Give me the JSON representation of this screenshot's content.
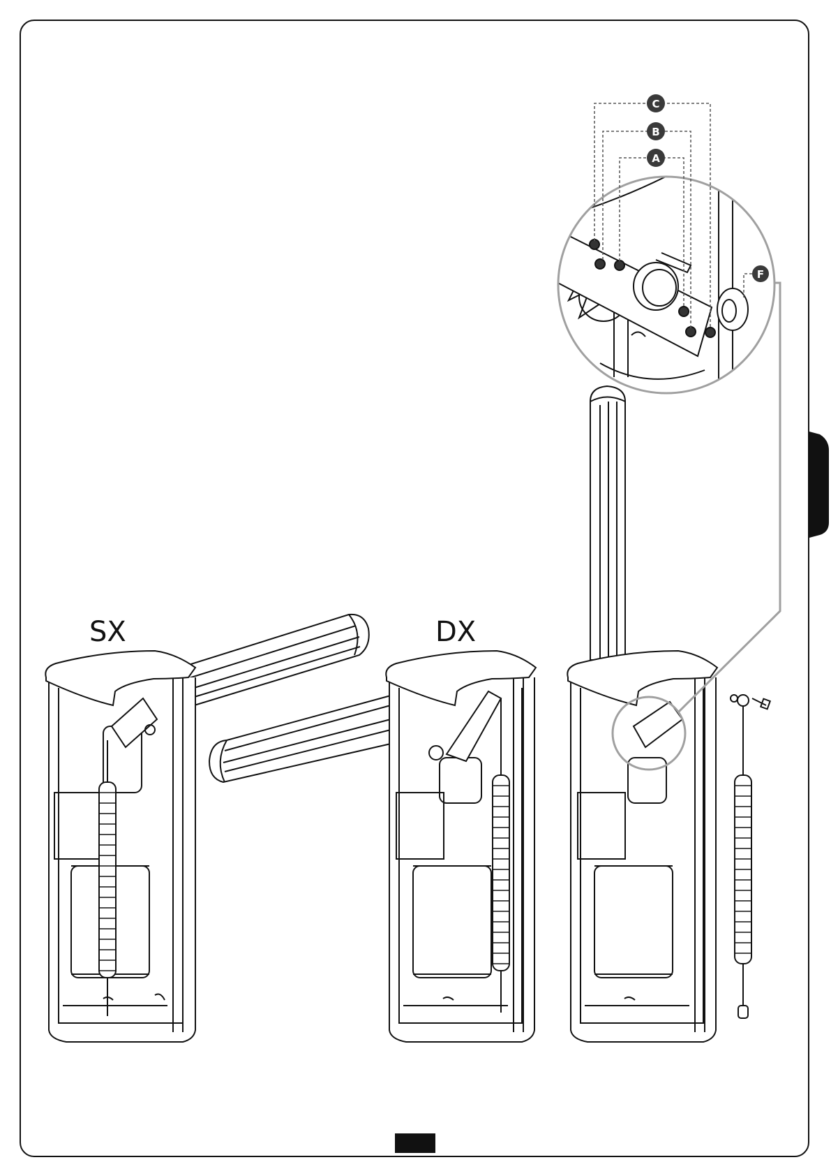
{
  "figure": {
    "labels": {
      "left_variant": "SX",
      "right_variant": "DX"
    },
    "detail_callouts": {
      "a": "A",
      "b": "B",
      "c": "C",
      "f": "F"
    }
  },
  "colors": {
    "line": "#111111",
    "callout_circle": "#a0a0a0",
    "badge_fill": "#3a3a3a",
    "side_tab": "#111111"
  }
}
